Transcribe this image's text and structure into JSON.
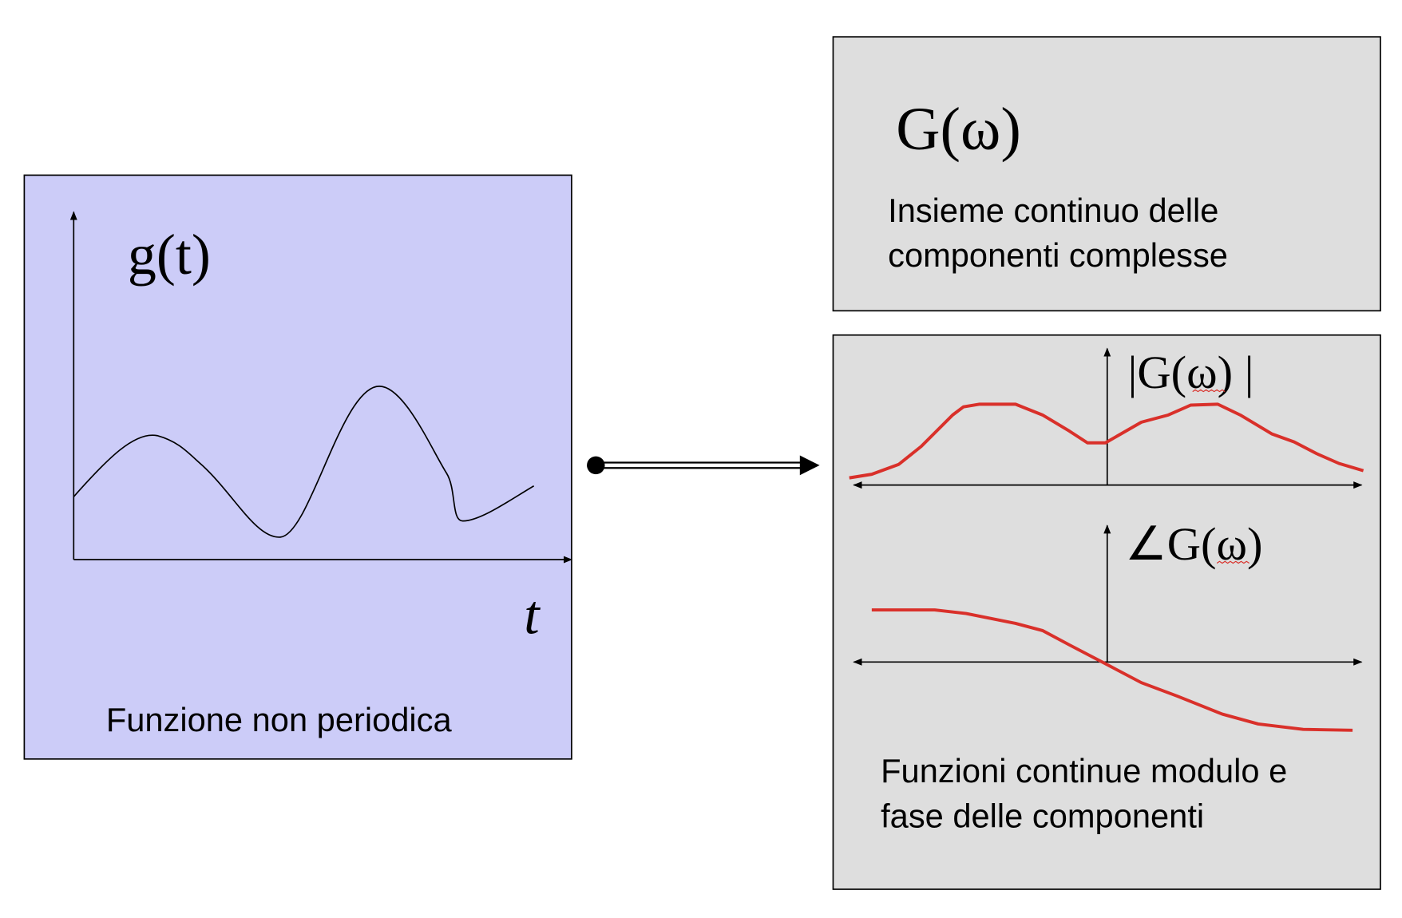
{
  "colors": {
    "left_panel": "#ccccf8",
    "right_panel": "#dedede",
    "curve": "#d9302a",
    "ink": "#000000"
  },
  "left_panel": {
    "function_label": "g(t)",
    "axis_label": "t",
    "caption": "Funzione non periodica"
  },
  "top_right_panel": {
    "function_label": "G(ω)",
    "caption_line1": "Insieme continuo delle",
    "caption_line2": "componenti complesse"
  },
  "bottom_right_panel": {
    "magnitude_label": "|G(ω) |",
    "phase_label": "∠G(ω)",
    "caption_line1": "Funzioni continue modulo e",
    "caption_line2": "fase delle componenti"
  }
}
